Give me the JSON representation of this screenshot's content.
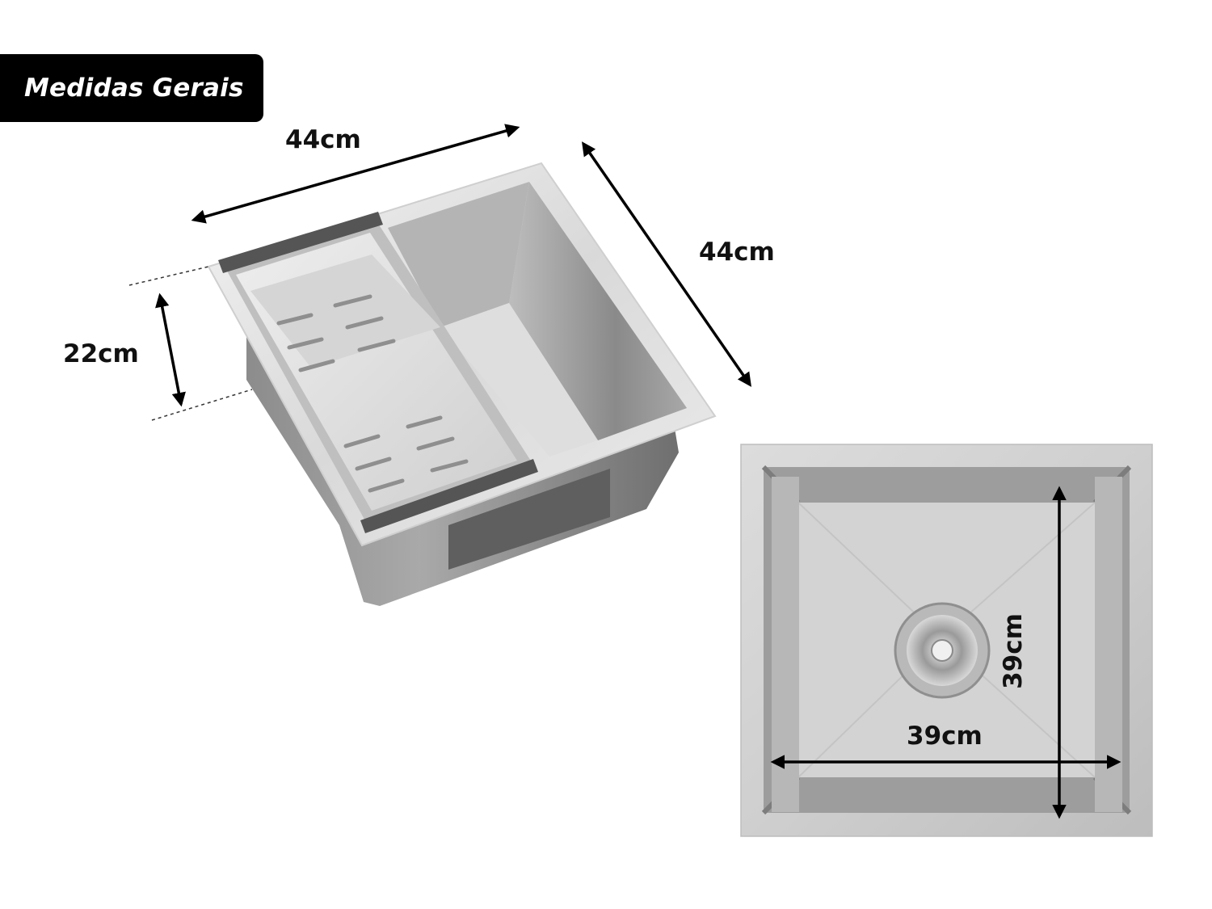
{
  "badge": {
    "title": "Medidas Gerais"
  },
  "dimensions": {
    "width_top": "44cm",
    "depth_side": "44cm",
    "height": "22cm",
    "inner_width": "39cm",
    "inner_depth": "39cm"
  },
  "icons": {
    "arrow": "double-headed-arrow-icon"
  },
  "colors": {
    "badge_bg": "#000000",
    "badge_text": "#ffffff",
    "steel": "#c9c9c9",
    "arrow": "#000000"
  }
}
